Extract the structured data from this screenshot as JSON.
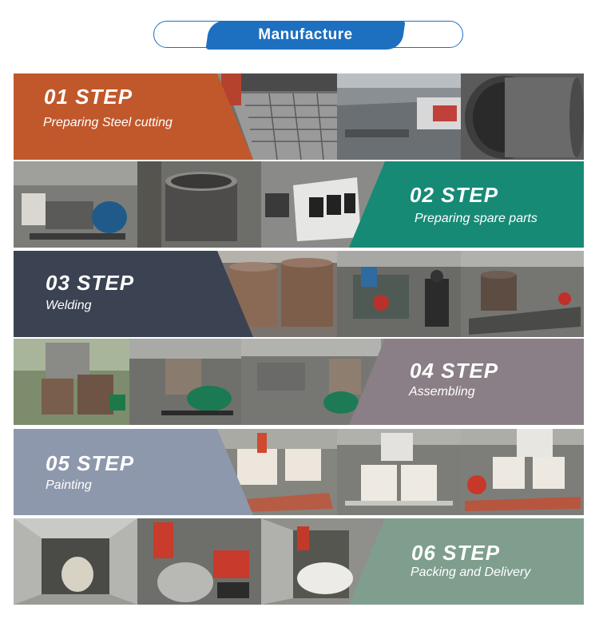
{
  "header": {
    "title": "Manufacture"
  },
  "steps": [
    {
      "number": "01 STEP",
      "label": "Preparing Steel cutting",
      "color": "#c0582b"
    },
    {
      "number": "02 STEP",
      "label": "Preparing spare parts",
      "color": "#178a76"
    },
    {
      "number": "03 STEP",
      "label": "Welding",
      "color": "#3b4251"
    },
    {
      "number": "04 STEP",
      "label": "Assembling",
      "color": "#8a7f86"
    },
    {
      "number": "05 STEP",
      "label": "Painting",
      "color": "#8e98ac"
    },
    {
      "number": "06 STEP",
      "label": "Packing and Delivery",
      "color": "#7f9e8e"
    }
  ]
}
